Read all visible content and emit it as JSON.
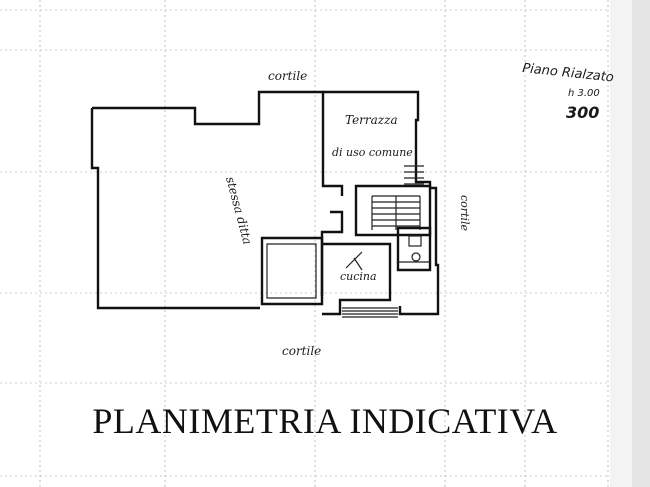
{
  "labels": {
    "cortile_top": "cortile",
    "cortile_right": "cortile",
    "cortile_bottom": "cortile",
    "terrazza_1": "Terrazza",
    "terrazza_2": "di uso comune",
    "stessa_ditta": "stessa ditta",
    "cucina": "cucina"
  },
  "annotation": {
    "piano": "Piano Rialzato",
    "height": "h 3.00",
    "value": "300"
  },
  "caption": "PLANIMETRIA INDICATIVA"
}
